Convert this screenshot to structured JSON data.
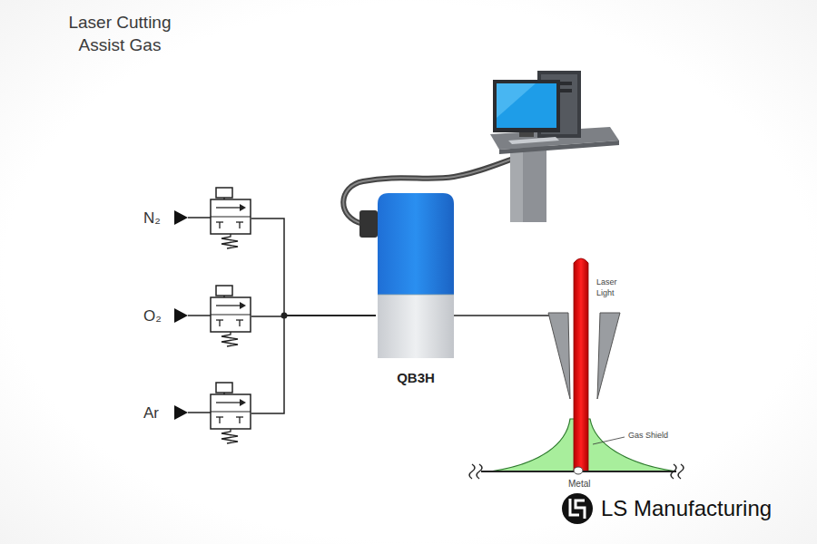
{
  "diagram": {
    "title": "Laser Cutting Assist Gas",
    "nodes": [
      {
        "text": [
          "N₂"
        ]
      },
      {
        "text": [
          "O₂"
        ]
      },
      {
        "text": [
          "Ar"
        ]
      },
      {
        "text": [
          "QB3H"
        ]
      }
    ],
    "edges": [
      {
        "from": 0,
        "to": 3,
        "arrow": "none"
      },
      {
        "from": 1,
        "to": 3,
        "arrow": "none"
      },
      {
        "from": 2,
        "to": 3,
        "arrow": "none"
      }
    ],
    "labels": [
      "Laser Light",
      "Gas Shield",
      "Metal",
      "LS Manufacturing"
    ]
  }
}
